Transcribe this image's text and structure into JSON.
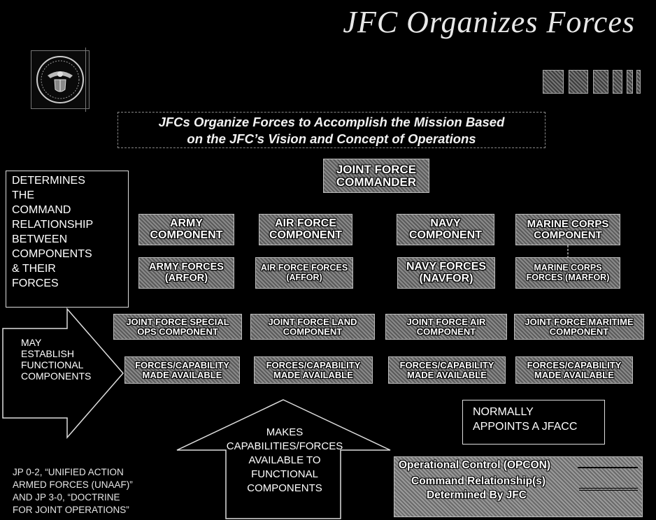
{
  "title": "JFC Organizes Forces",
  "subtitle": {
    "line1": "JFCs Organize Forces to Accomplish the Mission Based",
    "line2": "on the JFC’s Vision and Concept of Operations"
  },
  "jfc": {
    "line1": "JOINT FORCE",
    "line2": "COMMANDER"
  },
  "components": [
    {
      "line1": "ARMY",
      "line2": "COMPONENT"
    },
    {
      "line1": "AIR FORCE",
      "line2": "COMPONENT"
    },
    {
      "line1": "NAVY",
      "line2": "COMPONENT"
    },
    {
      "line1": "MARINE CORPS",
      "line2": "COMPONENT"
    }
  ],
  "forces": [
    {
      "line1": "ARMY FORCES",
      "line2": "(ARFOR)"
    },
    {
      "line1": "AIR FORCE FORCES",
      "line2": "(AFFOR)"
    },
    {
      "line1": "NAVY FORCES",
      "line2": "(NAVFOR)"
    },
    {
      "line1": "MARINE CORPS",
      "line2": "FORCES (MARFOR)"
    }
  ],
  "functional": [
    {
      "line1": "JOINT FORCE SPECIAL",
      "line2": "OPS COMPONENT"
    },
    {
      "line1": "JOINT FORCE LAND",
      "line2": "COMPONENT"
    },
    {
      "line1": "JOINT FORCE AIR",
      "line2": "COMPONENT"
    },
    {
      "line1": "JOINT FORCE MARITIME",
      "line2": "COMPONENT"
    }
  ],
  "capability": [
    {
      "line1": "FORCES/CAPABILITY",
      "line2": "MADE AVAILABLE"
    },
    {
      "line1": "FORCES/CAPABILITY",
      "line2": "MADE AVAILABLE"
    },
    {
      "line1": "FORCES/CAPABILITY",
      "line2": "MADE AVAILABLE"
    },
    {
      "line1": "FORCES/CAPABILITY",
      "line2": "MADE AVAILABLE"
    }
  ],
  "determines": [
    "DETERMINES",
    "THE",
    "COMMAND",
    "RELATIONSHIP",
    "BETWEEN",
    "COMPONENTS",
    "& THEIR",
    "FORCES"
  ],
  "establish": [
    "MAY",
    "ESTABLISH",
    "FUNCTIONAL",
    "COMPONENTS"
  ],
  "makes": [
    "MAKES",
    "CAPABILITIES/FORCES",
    "AVAILABLE TO",
    "FUNCTIONAL",
    "COMPONENTS"
  ],
  "appoints": [
    "NORMALLY",
    "APPOINTS A JFACC"
  ],
  "reference": [
    "JP 0-2, “UNIFIED ACTION",
    "ARMED FORCES (UNAAF)”",
    "AND JP 3-0, “DOCTRINE",
    "FOR JOINT OPERATIONS”"
  ],
  "legend": {
    "opcon": "Operational Control (OPCON)",
    "cmd_line1": "Command Relationship(s)",
    "cmd_line2": "Determined By JFC"
  },
  "icons": {
    "seal": "dod-seal-icon"
  }
}
